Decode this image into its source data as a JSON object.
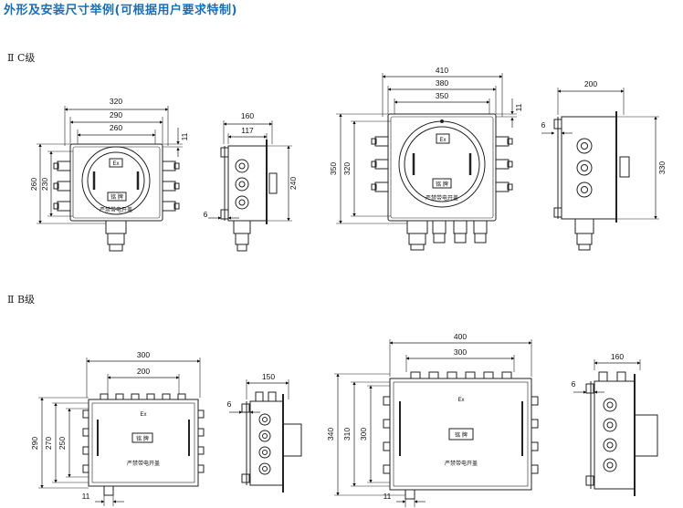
{
  "title": "外形及安装尺寸举例(可根据用户要求特制)",
  "sections": {
    "iic": "Ⅱ C级",
    "iib": "Ⅱ B级"
  },
  "labels": {
    "ex": "Ex",
    "nameplate": "铭 牌",
    "warning": "严禁带电开盖"
  },
  "iic_small": {
    "front": {
      "w_outer": "320",
      "w_mid": "290",
      "w_inner": "260",
      "h_outer": "260",
      "h_inner": "230",
      "top": "11"
    },
    "side": {
      "w_outer": "160",
      "w_inner": "117",
      "h": "240",
      "gap": "6"
    }
  },
  "iic_large": {
    "front": {
      "w_outer": "410",
      "w_mid": "380",
      "w_inner": "350",
      "h_outer": "350",
      "h_inner": "320",
      "top": "11"
    },
    "side": {
      "w": "200",
      "h": "330",
      "gap": "6"
    }
  },
  "iib_small": {
    "front": {
      "w_outer": "300",
      "w_inner": "200",
      "h_outer": "290",
      "h_mid": "270",
      "h_inner": "250",
      "bottom": "11"
    },
    "side": {
      "w": "150",
      "gap": "6"
    }
  },
  "iib_large": {
    "front": {
      "w_outer": "400",
      "w_inner": "300",
      "h_outer": "340",
      "h_mid": "310",
      "h_inner": "300",
      "bottom": "11"
    },
    "side": {
      "w": "160",
      "gap": "6"
    }
  }
}
